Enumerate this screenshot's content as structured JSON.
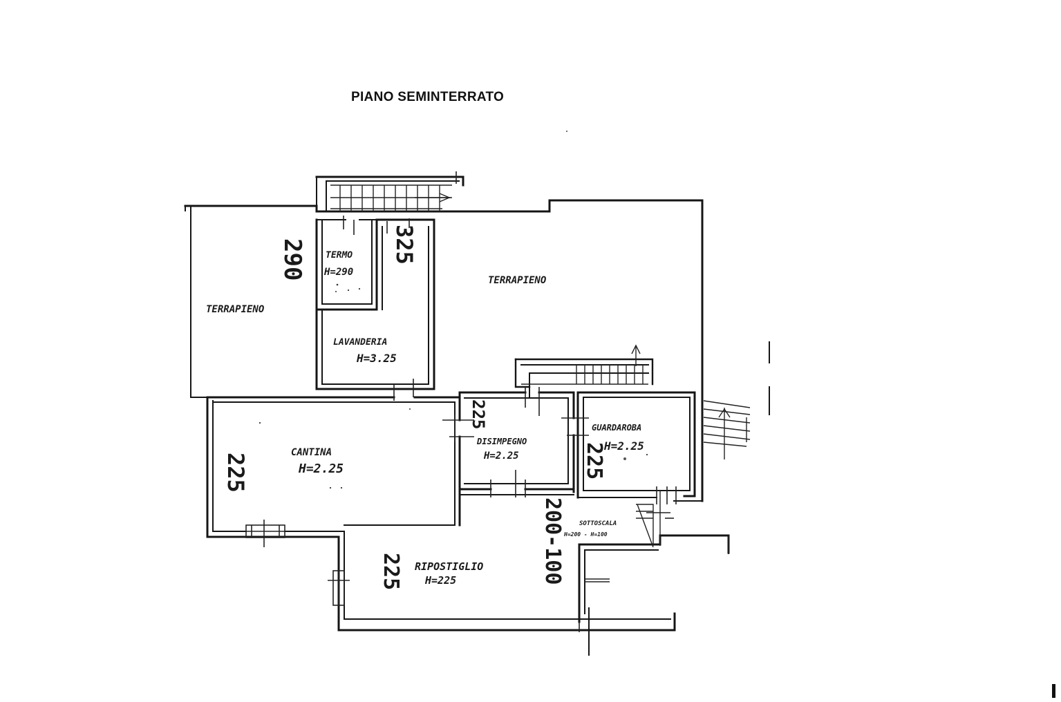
{
  "page": {
    "title": "PIANO SEMINTERRATO"
  },
  "rooms": {
    "terrapieno_left": {
      "name": "TERRAPIENO"
    },
    "terrapieno_right": {
      "name": "TERRAPIENO"
    },
    "termo": {
      "name": "TERMO",
      "height": "H=290"
    },
    "lavanderia": {
      "name": "LAVANDERIA",
      "height": "H=3.25"
    },
    "cantina": {
      "name": "CANTINA",
      "height": "H=2.25"
    },
    "disimpegno": {
      "name": "DISIMPEGNO",
      "height": "H=2.25"
    },
    "guardaroba": {
      "name": "GUARDAROBA",
      "height": "H=2.25"
    },
    "sottoscala": {
      "name": "SOTTOSCALA",
      "height": "H=200 - H=100"
    },
    "ripostiglio": {
      "name": "RIPOSTIGLIO",
      "height": "H=225"
    }
  },
  "dimensions": {
    "d290": "290",
    "d325": "325",
    "d225_cantina": "225",
    "d225_disimpegno": "225",
    "d225_guardaroba": "225",
    "d225_ripostiglio": "225",
    "d200_100": "200-100"
  }
}
